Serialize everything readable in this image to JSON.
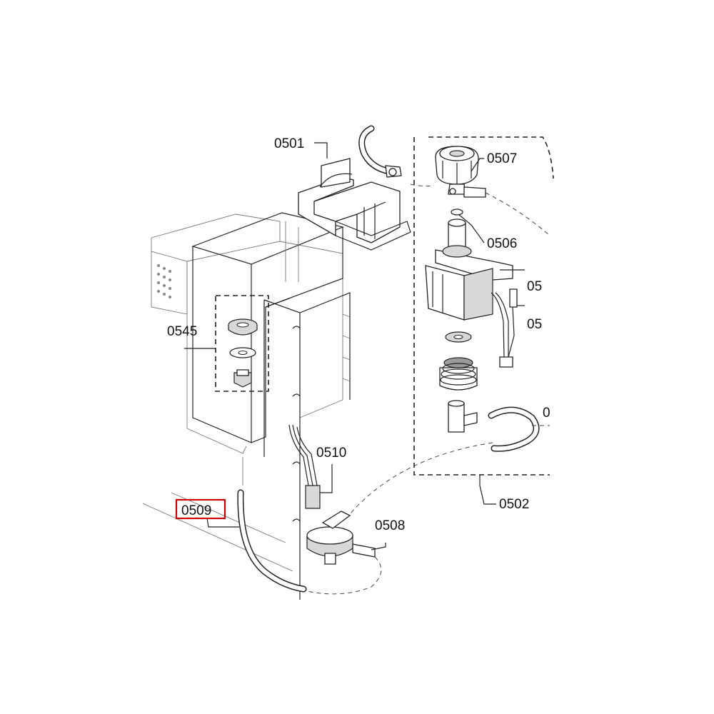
{
  "labels": {
    "part_0501": "0501",
    "part_0507": "0507",
    "part_0506": "0506",
    "part_05_a": "05",
    "part_05_b": "05",
    "part_0545": "0545",
    "part_0510": "0510",
    "part_0509": "0509",
    "part_0508": "0508",
    "part_0502": "0502",
    "part_0_partial": "0"
  },
  "highlight": {
    "part": "0509",
    "color": "#cc0000"
  }
}
